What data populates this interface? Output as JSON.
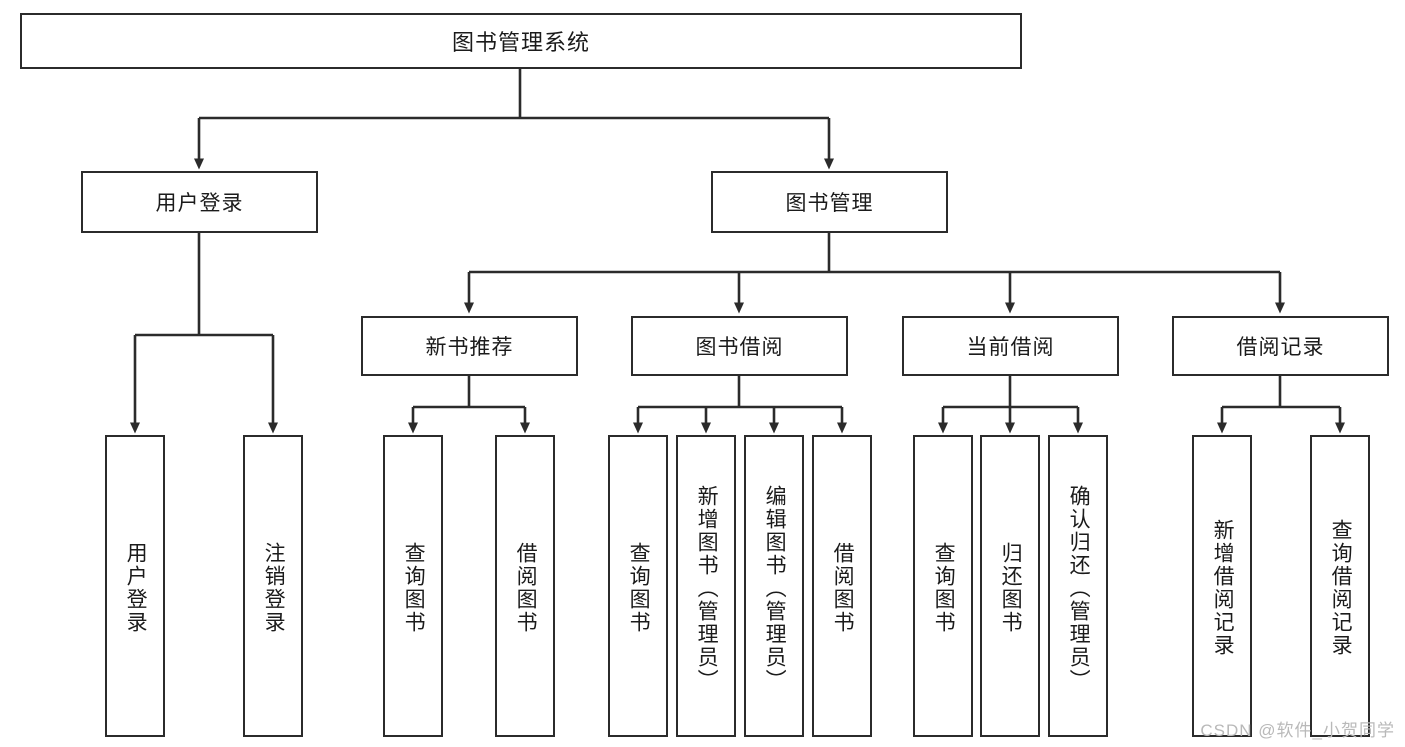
{
  "diagram": {
    "title": "图书管理系统",
    "watermark": "CSDN @软件_小贺同学",
    "colors": {
      "stroke": "#2b2b2b",
      "fill": "#ffffff",
      "text": "#1b1b1b",
      "watermark": "#b9b9b9"
    },
    "levels": {
      "root": {
        "label": "图书管理系统"
      },
      "level2": [
        {
          "label": "用户登录"
        },
        {
          "label": "图书管理"
        }
      ],
      "level3": [
        {
          "label": "新书推荐"
        },
        {
          "label": "图书借阅"
        },
        {
          "label": "当前借阅"
        },
        {
          "label": "借阅记录"
        }
      ],
      "leaves": {
        "user_login": [
          {
            "label": "用户登录"
          },
          {
            "label": "注销登录"
          }
        ],
        "new_book_recommend": [
          {
            "label": "查询图书"
          },
          {
            "label": "借阅图书"
          }
        ],
        "book_borrow": [
          {
            "label": "查询图书"
          },
          {
            "label": "新增图书（管理员）"
          },
          {
            "label": "编辑图书（管理员）"
          },
          {
            "label": "借阅图书"
          }
        ],
        "current_borrow": [
          {
            "label": "查询图书"
          },
          {
            "label": "归还图书"
          },
          {
            "label": "确认归还（管理员）"
          }
        ],
        "borrow_record": [
          {
            "label": "新增借阅记录"
          },
          {
            "label": "查询借阅记录"
          }
        ]
      }
    }
  }
}
